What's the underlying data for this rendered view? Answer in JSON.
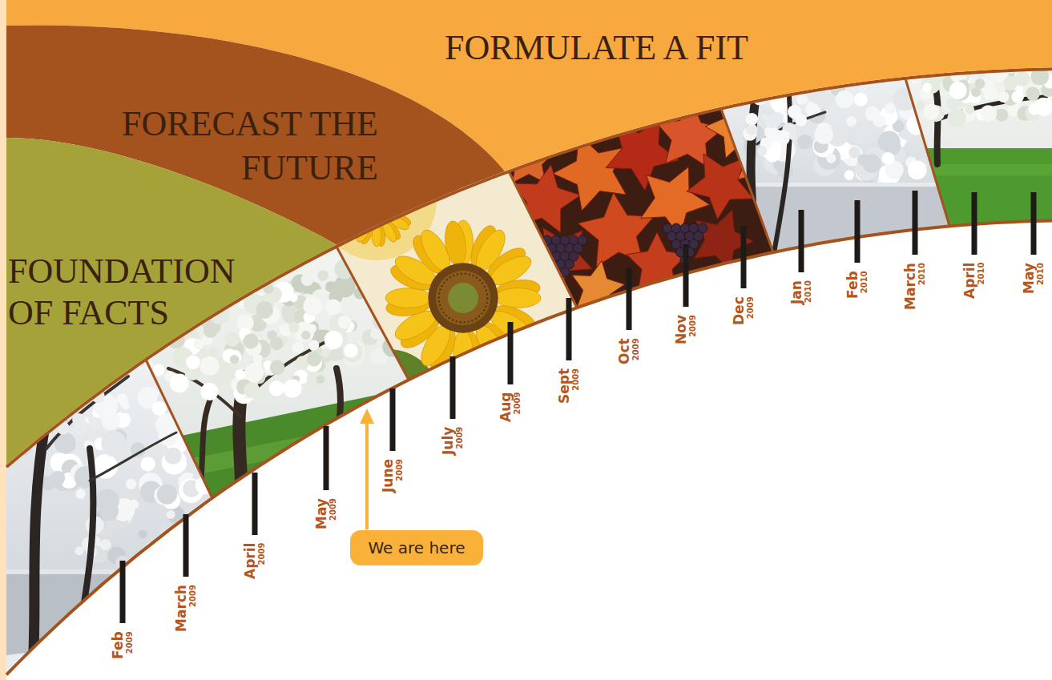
{
  "diagram": {
    "nodes": [
      {
        "text": [
          "FORMULATE A FIT"
        ]
      },
      {
        "text": [
          "FORECAST THE FUTURE"
        ]
      },
      {
        "text": [
          "FOUNDATION OF FACTS"
        ]
      },
      {
        "text": [
          "We are here"
        ]
      }
    ],
    "labels": [
      "Feb",
      "2009",
      "March",
      "2009",
      "April",
      "2009",
      "May",
      "2009",
      "June",
      "2009",
      "July",
      "2009",
      "Aug",
      "2009",
      "Sept",
      "2009",
      "Oct",
      "2009",
      "Nov",
      "2009",
      "Dec",
      "2009",
      "Jan",
      "2010",
      "Feb",
      "2010",
      "March",
      "2010",
      "April",
      "2010",
      "May",
      "2010"
    ]
  }
}
